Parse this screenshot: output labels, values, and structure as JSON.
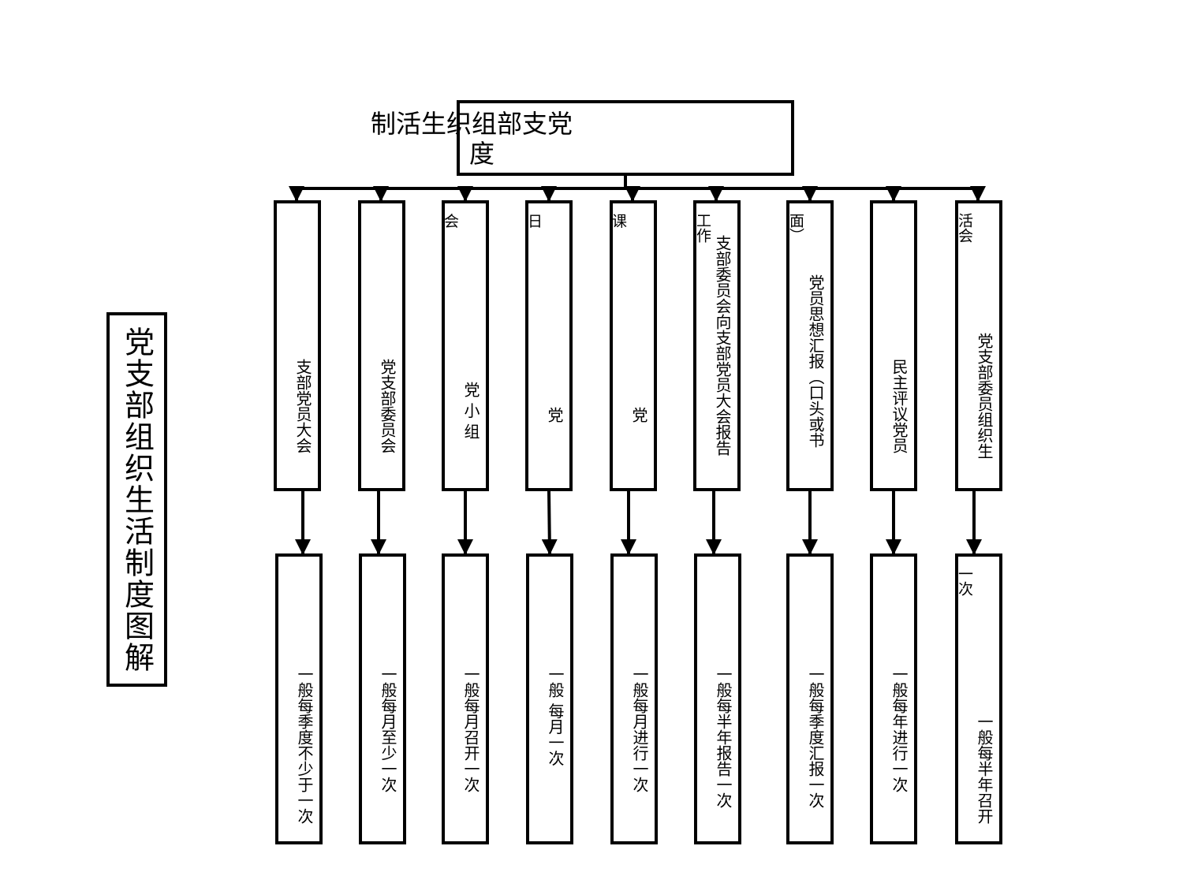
{
  "side_title": "党支部组织生活制度图解",
  "top": {
    "line1": "制活生织组部支党",
    "line2": "度"
  },
  "columns": [
    {
      "main": "支部党员大会",
      "freq": "一般每季度不少于一次"
    },
    {
      "main": "党支部委员会",
      "freq": "一般每月至少一次"
    },
    {
      "spill": "会",
      "main": "党 小 组",
      "freq": "一般每月召开一次"
    },
    {
      "spill": "日",
      "main": "党",
      "freq": "一般 每月一次"
    },
    {
      "spill": "课",
      "main": "党",
      "freq": "一般每月进行一次"
    },
    {
      "spill": "工作",
      "main": "支部委员会向支部党员大会报告",
      "freq": "一般每半年报告一次"
    },
    {
      "spill": "面）",
      "main": "党员思想汇报（口头或书",
      "freq": "一般每季度汇报一次"
    },
    {
      "main": "民主评议党员",
      "freq": "一般每年进行一次"
    },
    {
      "spill": "活会",
      "main": "党支部委员组织生",
      "freq": "一般每半年召开",
      "freq_spill": "一次"
    }
  ]
}
